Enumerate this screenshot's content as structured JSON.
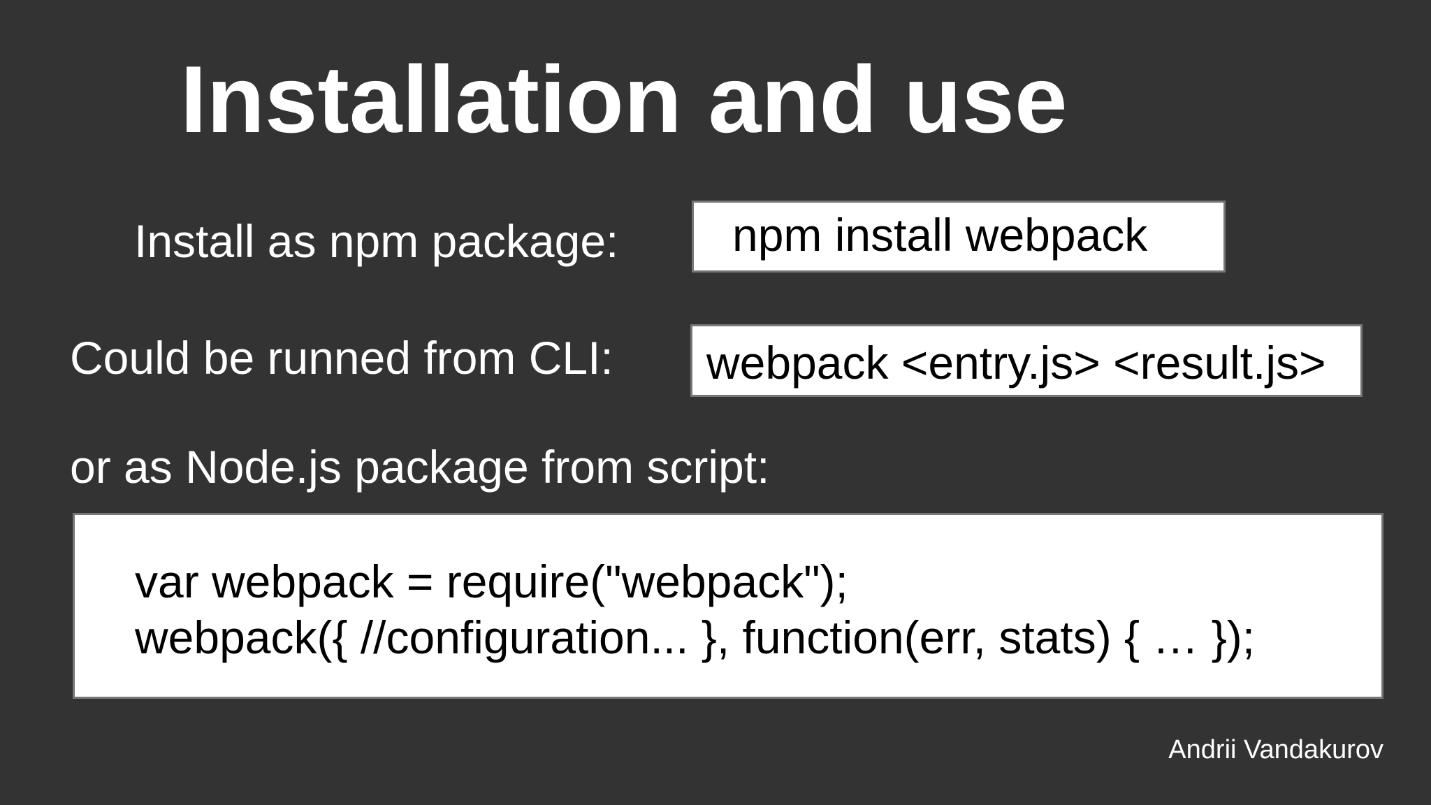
{
  "slide": {
    "title": "Installation and use",
    "install_label": "Install as npm package:",
    "install_command": "npm install webpack",
    "cli_label": "Could be runned from CLI:",
    "cli_command": "webpack <entry.js> <result.js>",
    "node_label": "or as Node.js package from script:",
    "script_lines": [
      "var webpack = require(\"webpack\");",
      "webpack({ //configuration... }, function(err, stats) { … });"
    ],
    "author": "Andrii Vandakurov"
  },
  "colors": {
    "background": "#333333",
    "text": "#ffffff",
    "code_background": "#ffffff",
    "code_text": "#000000",
    "code_border": "#777777"
  }
}
